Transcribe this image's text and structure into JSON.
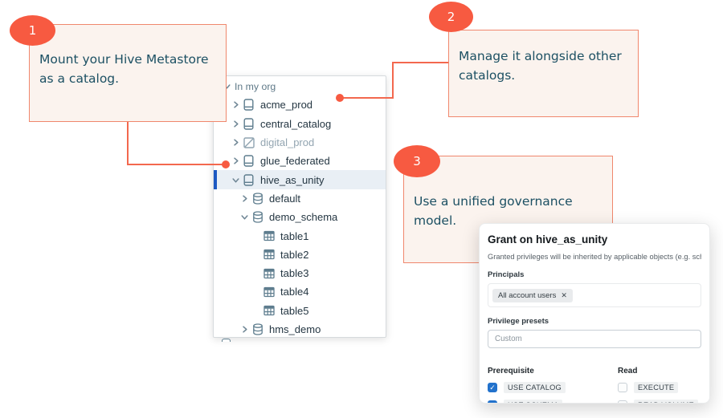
{
  "callouts": [
    {
      "number": "1",
      "text": "Mount your Hive Metastore as a catalog."
    },
    {
      "number": "2",
      "text": "Manage it alongside other catalogs."
    },
    {
      "number": "3",
      "text": "Use a unified governance model."
    }
  ],
  "tree": {
    "items": [
      {
        "label": "In my org",
        "level": 0,
        "chevron": "down",
        "icon": null,
        "root": true
      },
      {
        "label": "acme_prod",
        "level": 1,
        "chevron": "right",
        "icon": "catalog"
      },
      {
        "label": "central_catalog",
        "level": 1,
        "chevron": "right",
        "icon": "catalog"
      },
      {
        "label": "digital_prod",
        "level": 1,
        "chevron": "right",
        "icon": "catalog-foreign",
        "muted": true
      },
      {
        "label": "glue_federated",
        "level": 1,
        "chevron": "right",
        "icon": "catalog"
      },
      {
        "label": "hive_as_unity",
        "level": 1,
        "chevron": "down",
        "icon": "catalog",
        "selected": true
      },
      {
        "label": "default",
        "level": 2,
        "chevron": "right",
        "icon": "schema"
      },
      {
        "label": "demo_schema",
        "level": 2,
        "chevron": "down",
        "icon": "schema"
      },
      {
        "label": "table1",
        "level": 3,
        "chevron": null,
        "icon": "table"
      },
      {
        "label": "table2",
        "level": 3,
        "chevron": null,
        "icon": "table"
      },
      {
        "label": "table3",
        "level": 3,
        "chevron": null,
        "icon": "table"
      },
      {
        "label": "table4",
        "level": 3,
        "chevron": null,
        "icon": "table"
      },
      {
        "label": "table5",
        "level": 3,
        "chevron": null,
        "icon": "table"
      },
      {
        "label": "hms_demo",
        "level": 2,
        "chevron": "right",
        "icon": "schema"
      }
    ]
  },
  "dialog": {
    "title": "Grant on hive_as_unity",
    "subtitle": "Granted privileges will be inherited by applicable objects (e.g. schema",
    "principals_label": "Principals",
    "principal_chip": {
      "label": "All account users",
      "remove_icon": "✕"
    },
    "presets_label": "Privilege presets",
    "presets_placeholder": "Custom",
    "privilege_groups": [
      {
        "header": "Prerequisite",
        "options": [
          {
            "label": "USE CATALOG",
            "checked": true
          },
          {
            "label": "USE SCHEMA",
            "checked": true
          }
        ]
      },
      {
        "header": "Read",
        "options": [
          {
            "label": "EXECUTE",
            "checked": false
          },
          {
            "label": "READ VOLUME",
            "checked": false
          }
        ]
      }
    ],
    "check_glyph": "✓"
  },
  "colors": {
    "accent_coral": "#F75A41",
    "callout_border": "#F0876D",
    "callout_bg": "#FBF3EE",
    "callout_text": "#1C5063",
    "connector": "#F3684E",
    "tree_icon": "#5E7D8E",
    "tree_icon_muted": "#8FA3B0",
    "selected_bar": "#1D59C2",
    "selected_bg": "#E9EFF5",
    "checkbox_checked": "#2272CC"
  }
}
